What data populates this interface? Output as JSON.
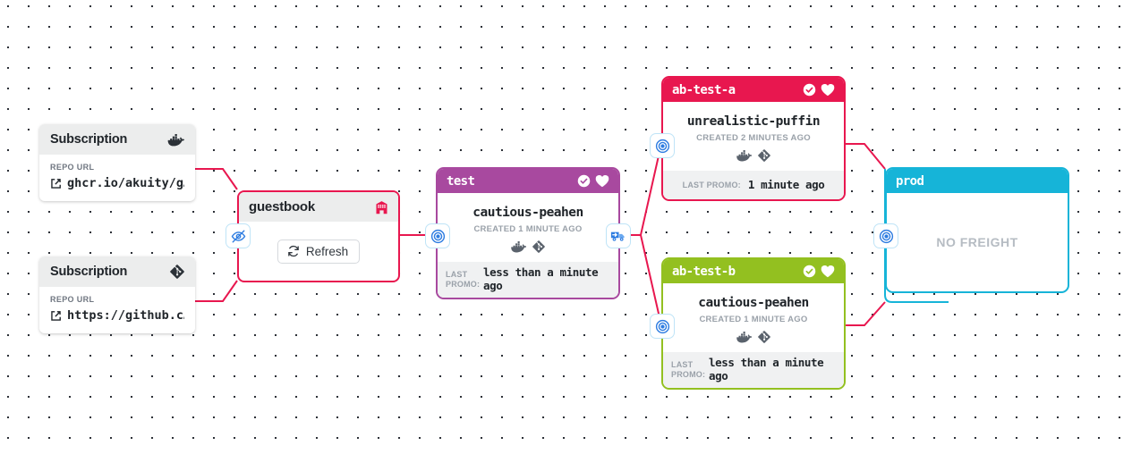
{
  "app": {
    "kind": "pipeline-graph",
    "background": "#ffffff",
    "dot_color": "#2b2f36"
  },
  "colors": {
    "crimson": "#e8174f",
    "purple": "#a8499f",
    "green": "#93c020",
    "cyan": "#16b4d8",
    "chip_border": "#bfe4f7",
    "chip_icon": "#2f7de1",
    "header_grey": "#eceded",
    "footer_grey": "#f0f1f2",
    "muted": "#9aa1a9"
  },
  "subscriptions": [
    {
      "title": "Subscription",
      "icon": "docker-icon",
      "field_label": "REPO URL",
      "value": "ghcr.io/akuity/g…",
      "link_icon": "external-link-icon"
    },
    {
      "title": "Subscription",
      "icon": "git-icon",
      "field_label": "REPO URL",
      "value": "https://github.c…",
      "link_icon": "external-link-icon"
    }
  ],
  "warehouse": {
    "title": "guestbook",
    "icon": "warehouse-icon",
    "refresh_label": "Refresh",
    "refresh_icon": "refresh-icon"
  },
  "stages": [
    {
      "id": "test",
      "name": "test",
      "color": "#a8499f",
      "header_icons": [
        "check-circle-icon",
        "heart-icon"
      ],
      "freight_name": "cautious-peahen",
      "created": "CREATED 1 MINUTE AGO",
      "freight_icons": [
        "docker-icon",
        "git-icon"
      ],
      "footer_label": "LAST PROMO:",
      "footer_value": "less than a minute ago",
      "empty": false
    },
    {
      "id": "ab-test-a",
      "name": "ab-test-a",
      "color": "#e8174f",
      "header_icons": [
        "check-circle-icon",
        "heart-icon"
      ],
      "freight_name": "unrealistic-puffin",
      "created": "CREATED 2 MINUTES AGO",
      "freight_icons": [
        "docker-icon",
        "git-icon"
      ],
      "footer_label": "LAST PROMO:",
      "footer_value": "1 minute ago",
      "empty": false
    },
    {
      "id": "ab-test-b",
      "name": "ab-test-b",
      "color": "#93c020",
      "header_icons": [
        "check-circle-icon",
        "heart-icon"
      ],
      "freight_name": "cautious-peahen",
      "created": "CREATED 1 MINUTE AGO",
      "freight_icons": [
        "docker-icon",
        "git-icon"
      ],
      "footer_label": "LAST PROMO:",
      "footer_value": "less than a minute ago",
      "empty": false
    },
    {
      "id": "prod",
      "name": "prod",
      "color": "#16b4d8",
      "header_icons": [],
      "empty_label": "NO FREIGHT",
      "empty": true
    }
  ],
  "chips": [
    {
      "id": "warehouse-hide",
      "icon": "eye-slash-icon"
    },
    {
      "id": "test-target",
      "icon": "bullseye-icon"
    },
    {
      "id": "test-promote",
      "icon": "truck-icon"
    },
    {
      "id": "ab-test-a-target",
      "icon": "bullseye-icon"
    },
    {
      "id": "ab-test-b-target",
      "icon": "bullseye-icon"
    },
    {
      "id": "prod-target",
      "icon": "bullseye-icon"
    }
  ]
}
